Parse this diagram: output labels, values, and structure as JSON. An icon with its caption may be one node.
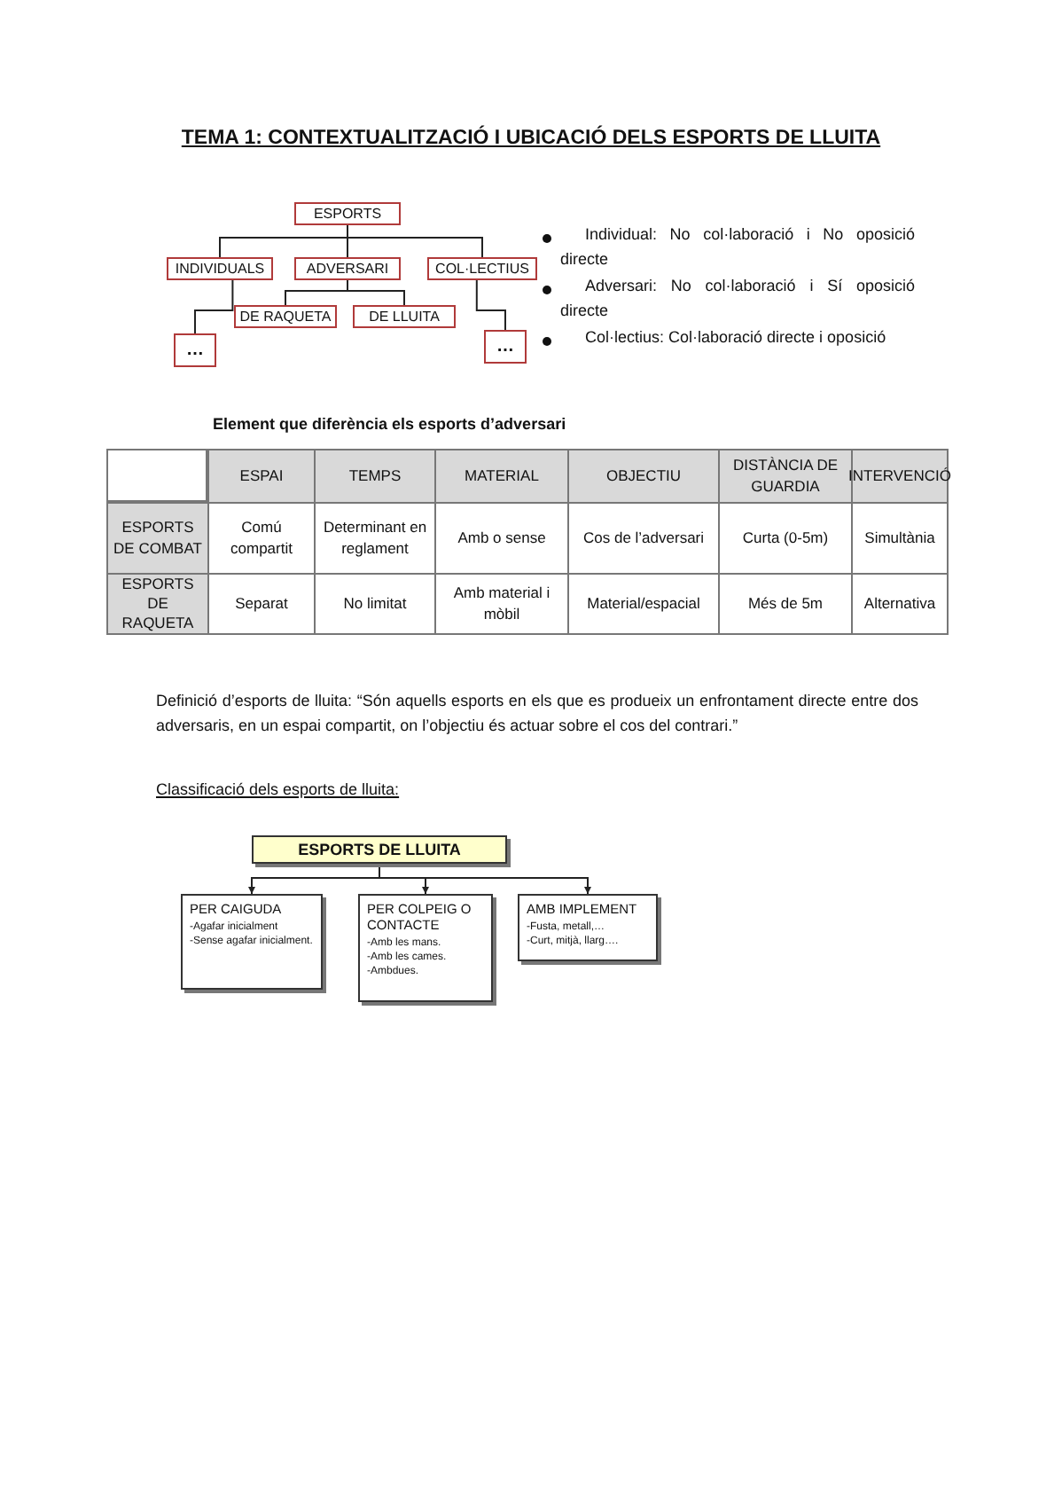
{
  "diagram": {
    "title": "TEMA 1: CONTEXTUALITZACIÓ I UBICACIÓ DELS ESPORTS DE LLUITA",
    "nodes": [
      {
        "text": [
          "ESPORTS"
        ]
      },
      {
        "text": [
          "INDIVIDUALS"
        ]
      },
      {
        "text": [
          "ADVERSARI"
        ]
      },
      {
        "text": [
          "COL·LECTIUS"
        ]
      },
      {
        "text": [
          "DE RAQUETA"
        ]
      },
      {
        "text": [
          "DE LLUITA"
        ]
      },
      {
        "text": [
          "…"
        ]
      },
      {
        "text": [
          "…"
        ]
      },
      {
        "text": [
          "ESPORTS DE LLUITA"
        ]
      },
      {
        "text": [
          "PER CAIGUDA",
          "-Agafar inicialment",
          "-Sense agafar inicialment."
        ]
      },
      {
        "text": [
          "PER COLPEIG O CONTACTE",
          "-Amb les mans.",
          "-Amb les cames.",
          "-Ambdues."
        ]
      },
      {
        "text": [
          "AMB IMPLEMENT",
          "-Fusta, metall,…",
          "-Curt, mitjà, llarg…."
        ]
      }
    ],
    "edges": [
      {
        "from": 0,
        "to": 1,
        "arrow": "none"
      },
      {
        "from": 0,
        "to": 2,
        "arrow": "none"
      },
      {
        "from": 0,
        "to": 3,
        "arrow": "none"
      },
      {
        "from": 2,
        "to": 4,
        "arrow": "none"
      },
      {
        "from": 2,
        "to": 5,
        "arrow": "none"
      },
      {
        "from": 1,
        "to": 6,
        "arrow": "none"
      },
      {
        "from": 3,
        "to": 7,
        "arrow": "none"
      },
      {
        "from": 8,
        "to": 9,
        "arrow": "to"
      },
      {
        "from": 8,
        "to": 10,
        "arrow": "to"
      },
      {
        "from": 8,
        "to": 11,
        "arrow": "to"
      }
    ],
    "labels": [
      "Individual: No col·laboració i No oposició directe",
      "Adversari: No col·laboració i Sí oposició directe",
      "Col·lectius: Col·laboració directe i oposició",
      "Element que diferència els esports d’adversari",
      "ESPAI",
      "TEMPS",
      "MATERIAL",
      "OBJECTIU",
      "DISTÀNCIA DE GUARDIA",
      "INTERVENCIÓ",
      "ESPORTS DE COMBAT",
      "Comú compartit",
      "Determinant en reglament",
      "Amb o sense",
      "Cos de l’adversari",
      "Curta (0-5m)",
      "Simultània",
      "ESPORTS DE RAQUETA",
      "Separat",
      "No limitat",
      "Amb material i mòbil",
      "Material/espacial",
      "Més de 5m",
      "Alternativa",
      "Definició d’esports de lluita: “Són aquells esports en els que es produeix un enfrontament directe entre dos adversaris, en un espai compartit, on l’objectiu és actuar sobre el cos del contrari.”",
      "Classificació dels esports de lluita:"
    ]
  }
}
